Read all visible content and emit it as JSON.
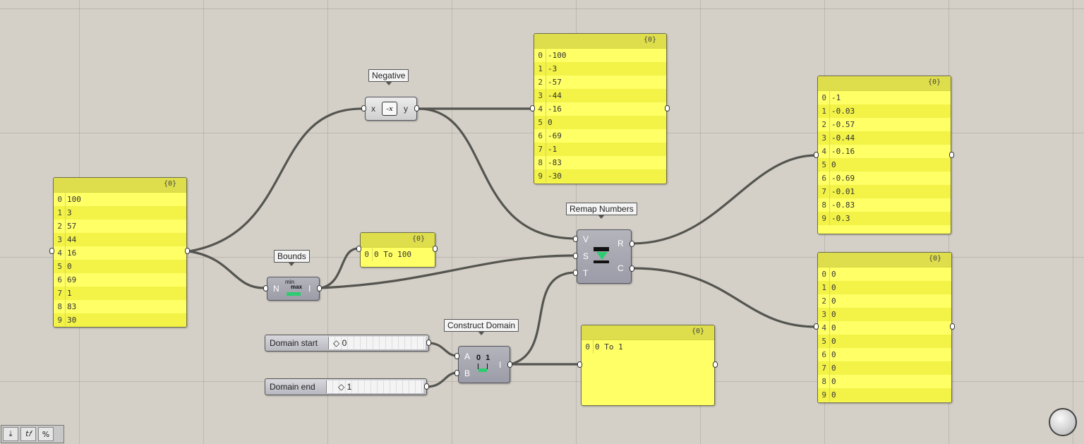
{
  "canvas": {
    "background": "#d4d0c8",
    "panel_color": "#ffff66",
    "wire_color": "#555550"
  },
  "input_panel": {
    "path": "{0}",
    "items": [
      {
        "index": "0",
        "value": "100"
      },
      {
        "index": "1",
        "value": "3"
      },
      {
        "index": "2",
        "value": "57"
      },
      {
        "index": "3",
        "value": "44"
      },
      {
        "index": "4",
        "value": "16"
      },
      {
        "index": "5",
        "value": "0"
      },
      {
        "index": "6",
        "value": "69"
      },
      {
        "index": "7",
        "value": "1"
      },
      {
        "index": "8",
        "value": "83"
      },
      {
        "index": "9",
        "value": "30"
      }
    ]
  },
  "negative_panel": {
    "path": "{0}",
    "items": [
      {
        "index": "0",
        "value": "-100"
      },
      {
        "index": "1",
        "value": "-3"
      },
      {
        "index": "2",
        "value": "-57"
      },
      {
        "index": "3",
        "value": "-44"
      },
      {
        "index": "4",
        "value": "-16"
      },
      {
        "index": "5",
        "value": "0"
      },
      {
        "index": "6",
        "value": "-69"
      },
      {
        "index": "7",
        "value": "-1"
      },
      {
        "index": "8",
        "value": "-83"
      },
      {
        "index": "9",
        "value": "-30"
      }
    ]
  },
  "bounds_panel": {
    "path": "{0}",
    "items": [
      {
        "index": "0",
        "value": "0 To 100"
      }
    ]
  },
  "domain_panel": {
    "path": "{0}",
    "items": [
      {
        "index": "0",
        "value": "0 To 1"
      }
    ]
  },
  "remap_result_panel": {
    "path": "{0}",
    "items": [
      {
        "index": "0",
        "value": "-1"
      },
      {
        "index": "1",
        "value": "-0.03"
      },
      {
        "index": "2",
        "value": "-0.57"
      },
      {
        "index": "3",
        "value": "-0.44"
      },
      {
        "index": "4",
        "value": "-0.16"
      },
      {
        "index": "5",
        "value": "0"
      },
      {
        "index": "6",
        "value": "-0.69"
      },
      {
        "index": "7",
        "value": "-0.01"
      },
      {
        "index": "8",
        "value": "-0.83"
      },
      {
        "index": "9",
        "value": "-0.3"
      }
    ]
  },
  "remap_clipped_panel": {
    "path": "{0}",
    "items": [
      {
        "index": "0",
        "value": "0"
      },
      {
        "index": "1",
        "value": "0"
      },
      {
        "index": "2",
        "value": "0"
      },
      {
        "index": "3",
        "value": "0"
      },
      {
        "index": "4",
        "value": "0"
      },
      {
        "index": "5",
        "value": "0"
      },
      {
        "index": "6",
        "value": "0"
      },
      {
        "index": "7",
        "value": "0"
      },
      {
        "index": "8",
        "value": "0"
      },
      {
        "index": "9",
        "value": "0"
      }
    ]
  },
  "components": {
    "negative": {
      "tag": "Negative",
      "in": "x",
      "out": "y",
      "icon": "-x"
    },
    "bounds": {
      "tag": "Bounds",
      "in": "N",
      "out": "I",
      "icon_top": "min",
      "icon_bottom": "max"
    },
    "remap": {
      "tag": "Remap Numbers",
      "in_v": "V",
      "in_s": "S",
      "in_t": "T",
      "out_r": "R",
      "out_c": "C"
    },
    "construct_domain": {
      "tag": "Construct Domain",
      "in_a": "A",
      "in_b": "B",
      "out": "I",
      "icon": "0 1"
    }
  },
  "sliders": {
    "start": {
      "name": "Domain start",
      "value": "0"
    },
    "end": {
      "name": "Domain end",
      "value": "1"
    }
  },
  "toolbar": {
    "btn1_icon": "download-icon",
    "btn2_icon": "function-icon",
    "btn3_icon": "percent-icon"
  }
}
